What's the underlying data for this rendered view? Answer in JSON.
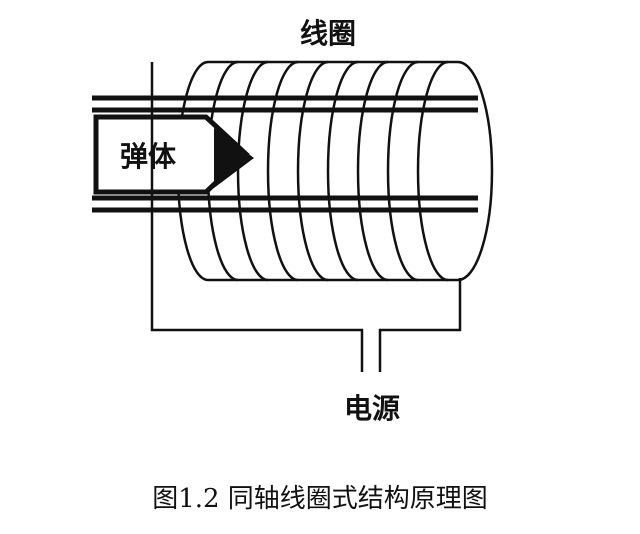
{
  "labels": {
    "coil": "线圈",
    "projectile": "弹体",
    "power_source": "电源"
  },
  "caption": "图1.2 同轴线圈式结构原理图",
  "colors": {
    "stroke": "#111111",
    "background": "#ffffff"
  }
}
